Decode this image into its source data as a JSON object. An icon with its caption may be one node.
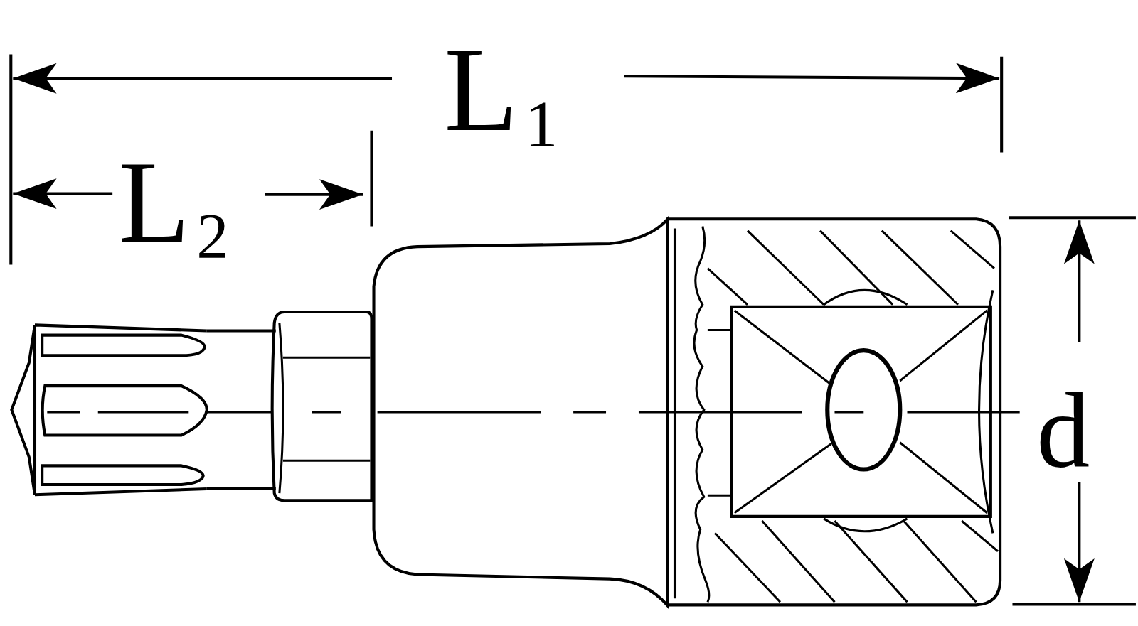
{
  "diagram": {
    "labels": [
      "L$_{1}$",
      "L$_{2}$",
      "d"
    ]
  }
}
